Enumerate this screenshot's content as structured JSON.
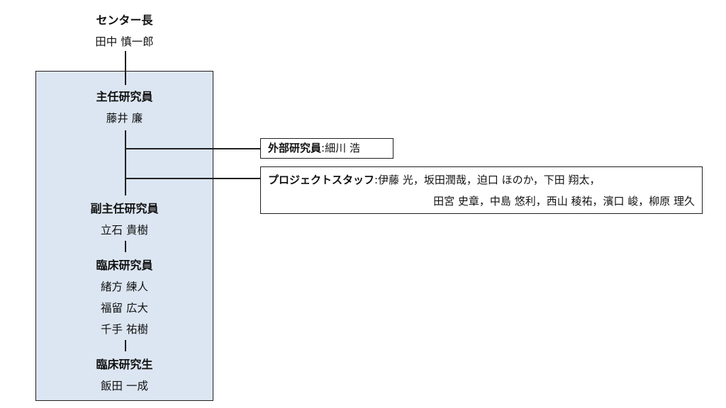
{
  "director": {
    "title": "センター長",
    "name": "田中 慎一郎"
  },
  "chief_researcher": {
    "title": "主任研究員",
    "name": "藤井 廉"
  },
  "external_researcher": {
    "label": "外部研究員",
    "separator": ":",
    "members": "細川 浩"
  },
  "project_staff": {
    "label": "プロジェクトスタッフ",
    "separator": ":",
    "members_line1": "伊藤 光，坂田潤哉，迫口 ほのか，下田 翔太，",
    "members_line2": "田宮 史章，中島 悠利，西山 稜祐，濱口 峻，柳原 理久"
  },
  "deputy_chief_researcher": {
    "title": "副主任研究員",
    "name": "立石 貴樹"
  },
  "clinical_researcher": {
    "title": "臨床研究員",
    "names": [
      "緒方 練人",
      "福留 広大",
      "千手 祐樹"
    ]
  },
  "clinical_student": {
    "title": "臨床研究生",
    "name": "飯田 一成"
  }
}
